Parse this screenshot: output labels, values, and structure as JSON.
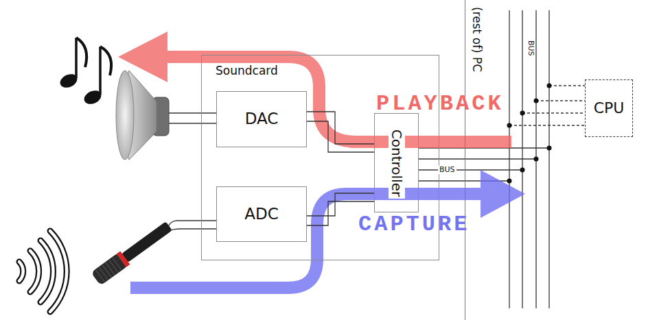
{
  "diagram": {
    "nodes": [
      {
        "text": [
          "Soundcard"
        ]
      },
      {
        "text": [
          "DAC"
        ],
        "in": 0
      },
      {
        "text": [
          "ADC"
        ],
        "in": 0
      },
      {
        "text": [
          "Controller"
        ],
        "in": 0
      },
      {
        "text": [
          "(rest of) PC"
        ]
      },
      {
        "text": [
          "CPU"
        ],
        "in": 4
      }
    ],
    "edges": [
      {
        "from": 1,
        "to": 3,
        "arrow": "none"
      },
      {
        "from": 2,
        "to": 3,
        "arrow": "none"
      },
      {
        "from": 3,
        "to": 4,
        "label": "BUS",
        "arrow": "none"
      }
    ],
    "labels": [
      "PLAYBACK",
      "CAPTURE",
      "BUS"
    ]
  }
}
